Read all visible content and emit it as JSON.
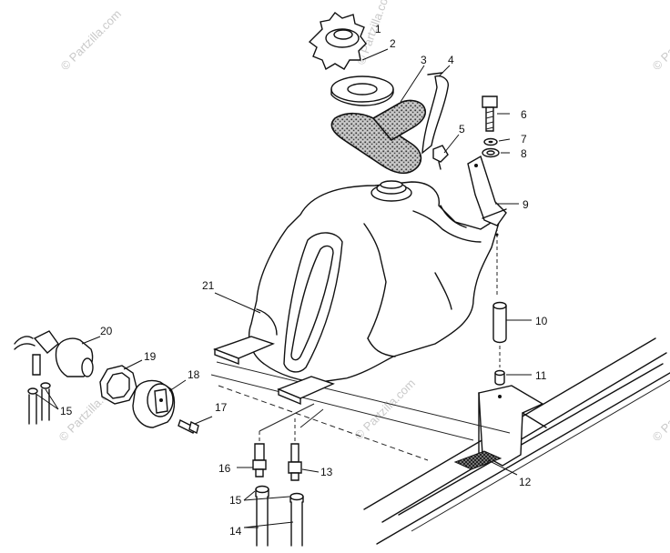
{
  "watermark": {
    "text": "© Partzilla.com",
    "color": "#c9c9c9"
  },
  "callouts": {
    "c1": "1",
    "c2": "2",
    "c3": "3",
    "c4": "4",
    "c5": "5",
    "c6": "6",
    "c7": "7",
    "c8": "8",
    "c9": "9",
    "c10": "10",
    "c11": "11",
    "c12": "12",
    "c13": "13",
    "c14": "14",
    "c15a": "15",
    "c15b": "15",
    "c16": "16",
    "c17": "17",
    "c18": "18",
    "c19": "19",
    "c20": "20",
    "c21": "21"
  }
}
